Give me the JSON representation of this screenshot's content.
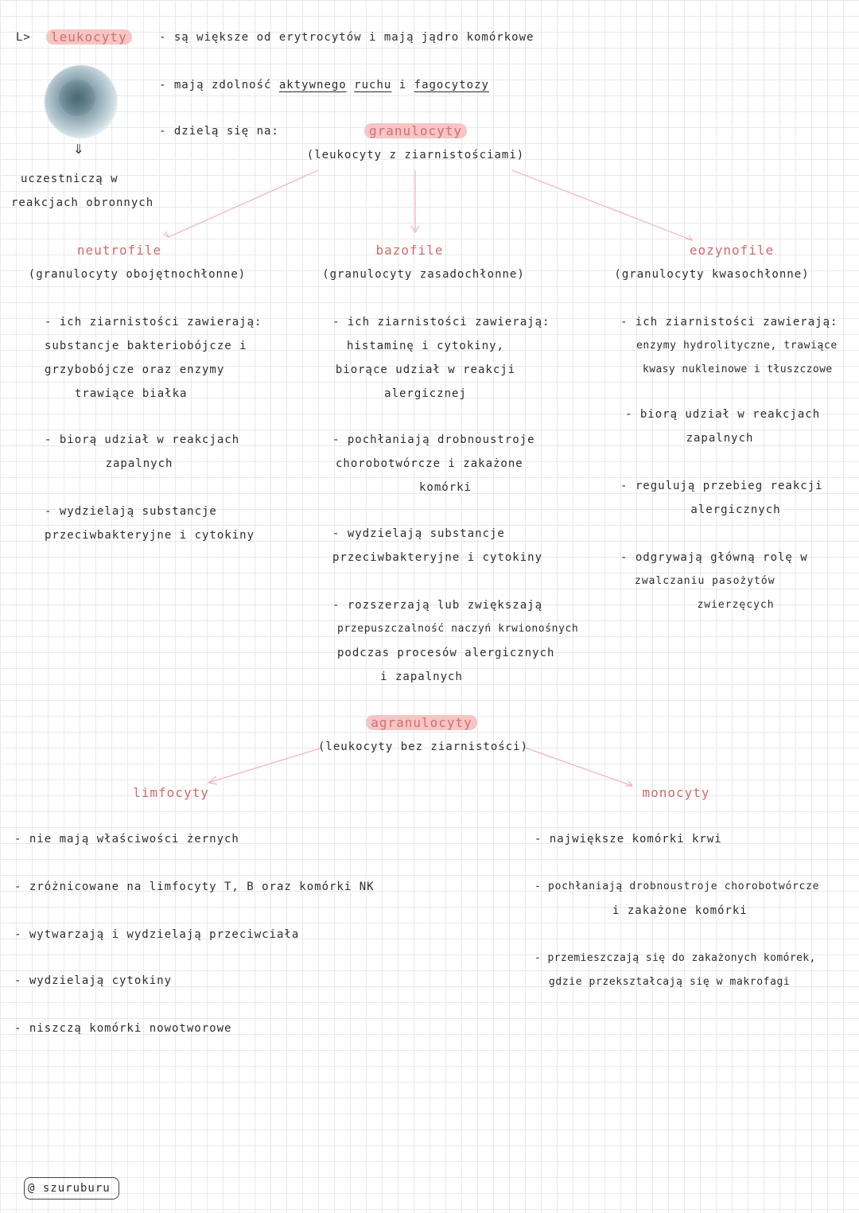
{
  "header": {
    "arrow": "L>",
    "title": "leukocyty",
    "bullets": [
      "są większe od erytrocytów i mają jądro komórkowe",
      "dzielą się na:"
    ],
    "bullet2": {
      "prefix": "mają zdolność",
      "w1": "aktywnego",
      "w2": "ruchu",
      "mid": "i",
      "w3": "fagocytozy"
    },
    "arrow_down": "⇓",
    "defense": [
      "uczestniczą w",
      "reakcjach obronnych"
    ]
  },
  "granulocytes": {
    "title": "granulocyty",
    "subtitle": "(leukocyty z ziarnistościami)",
    "neutro": {
      "title": "neutrofile",
      "subtitle": "(granulocyty obojętnochłonne)",
      "lines": [
        "- ich ziarnistości zawierają:",
        "substancje bakteriobójcze i",
        "grzybobójcze oraz enzymy",
        "trawiące białka",
        "- biorą udział w reakcjach",
        "zapalnych",
        "- wydzielają substancje",
        "przeciwbakteryjne i cytokiny"
      ]
    },
    "bazo": {
      "title": "bazofile",
      "subtitle": "(granulocyty zasadochłonne)",
      "lines": [
        "- ich ziarnistości zawierają:",
        "histaminę i cytokiny,",
        "biorące udział w reakcji",
        "alergicznej",
        "- pochłaniają drobnoustroje",
        "chorobotwórcze i zakażone",
        "komórki",
        "- wydzielają substancje",
        "przeciwbakteryjne i cytokiny",
        "- rozszerzają lub zwiększają",
        "przepuszczalność naczyń krwionośnych",
        "podczas procesów alergicznych",
        "i zapalnych"
      ]
    },
    "eozyno": {
      "title": "eozynofile",
      "subtitle": "(granulocyty kwasochłonne)",
      "lines": [
        "- ich ziarnistości zawierają:",
        "enzymy hydrolityczne, trawiące",
        "kwasy nukleinowe i tłuszczowe",
        "- biorą udział w reakcjach",
        "zapalnych",
        "- regulują przebieg reakcji",
        "alergicznych",
        "- odgrywają główną rolę w",
        "zwalczaniu pasożytów",
        "zwierzęcych"
      ]
    }
  },
  "agranulocytes": {
    "title": "agranulocyty",
    "subtitle": "(leukocyty bez ziarnistości)",
    "limfo": {
      "title": "limfocyty",
      "lines": [
        "- nie mają właściwości żernych",
        "- zróżnicowane na limfocyty T, B oraz komórki NK",
        "- wytwarzają i wydzielają przeciwciała",
        "- wydzielają cytokiny",
        "- niszczą komórki nowotworowe"
      ]
    },
    "mono": {
      "title": "monocyty",
      "lines": [
        "- największe komórki krwi",
        "- pochłaniają drobnoustroje chorobotwórcze",
        "i zakażone komórki",
        "- przemieszczają się do zakażonych komórek,",
        "gdzie przekształcają się w makrofagi"
      ]
    }
  },
  "signature": "@ szuruburu"
}
